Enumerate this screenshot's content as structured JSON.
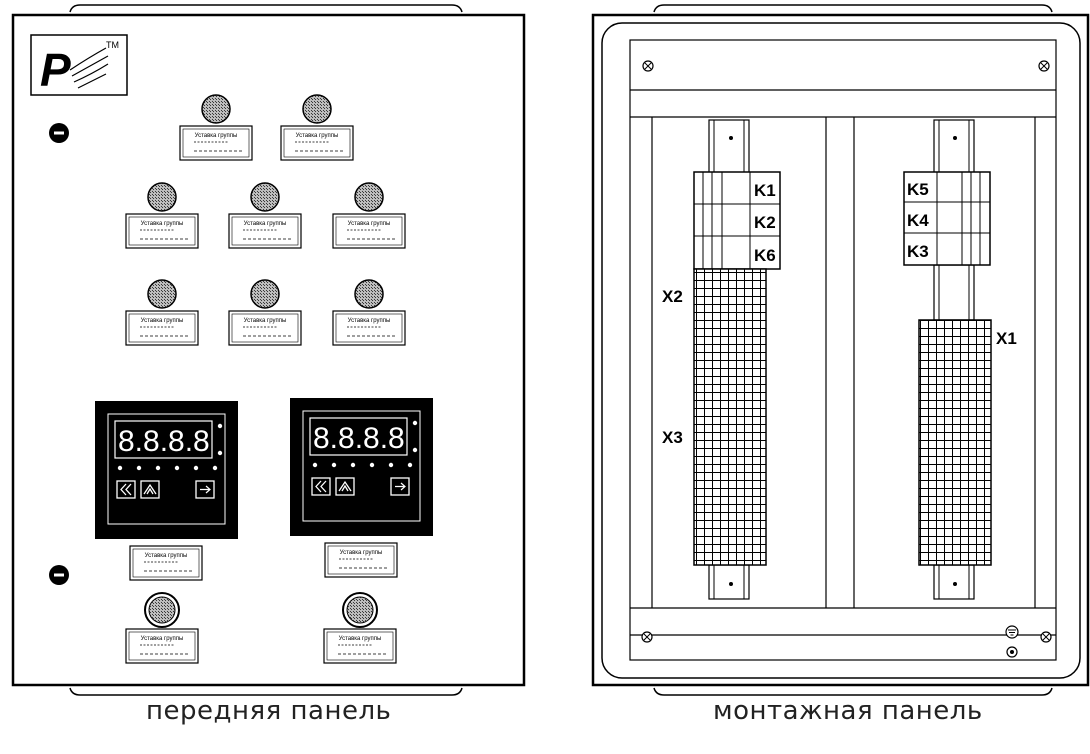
{
  "logo": {
    "letter": "P",
    "trademark": "TM"
  },
  "front_panel": {
    "caption": "передняя панель",
    "label_plate_text": "Уставка группы",
    "display": {
      "digits": "8.8.8.8",
      "buttons": [
        "chevrons-left-icon",
        "chevron-up-icon",
        "enter-icon"
      ]
    }
  },
  "mount_panel": {
    "caption": "монтажная панель",
    "relays_left": [
      "K1",
      "K2",
      "K6"
    ],
    "relays_right": [
      "K5",
      "K4",
      "K3"
    ],
    "terminals": {
      "x1": "X1",
      "x2": "X2",
      "x3": "X3"
    },
    "icons": [
      "screw-icon",
      "ground-icon"
    ]
  },
  "colors": {
    "line": "#000000",
    "lamp_fill": "#8a8a8a",
    "display_bg": "#000000",
    "paper": "#ffffff"
  }
}
